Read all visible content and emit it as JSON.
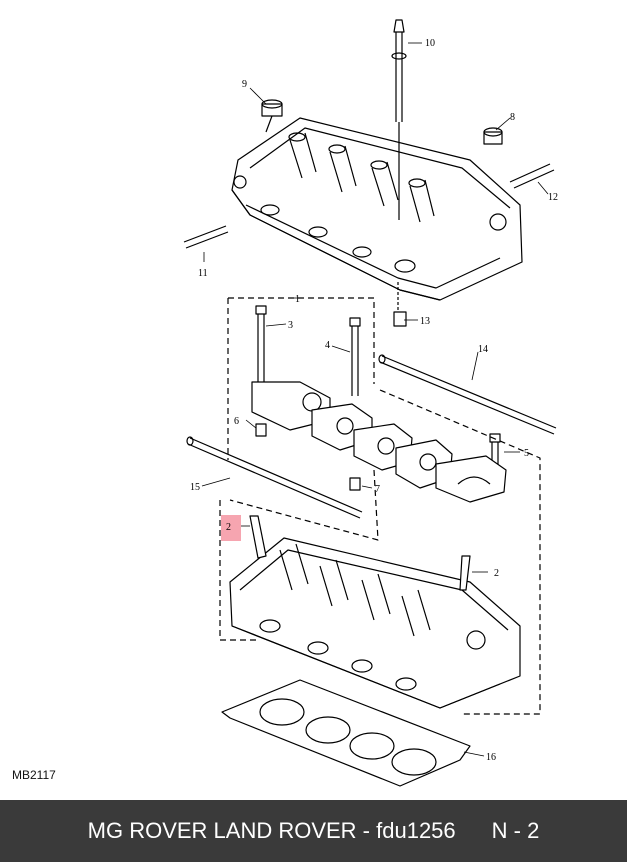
{
  "diagram": {
    "code": "MB2117",
    "highlight_color": "#f6a5b0",
    "callouts": {
      "c1": "1",
      "c2": "2",
      "c2b": "2",
      "c3": "3",
      "c4": "4",
      "c5": "5",
      "c6": "6",
      "c7": "7",
      "c8": "8",
      "c9": "9",
      "c10": "10",
      "c11": "11",
      "c12": "12",
      "c13": "13",
      "c14": "14",
      "c15": "15",
      "c16": "16"
    }
  },
  "footer": {
    "brand_part": "MG ROVER LAND ROVER - fdu1256",
    "position": "N - 2",
    "background": "#3a3a3a"
  }
}
